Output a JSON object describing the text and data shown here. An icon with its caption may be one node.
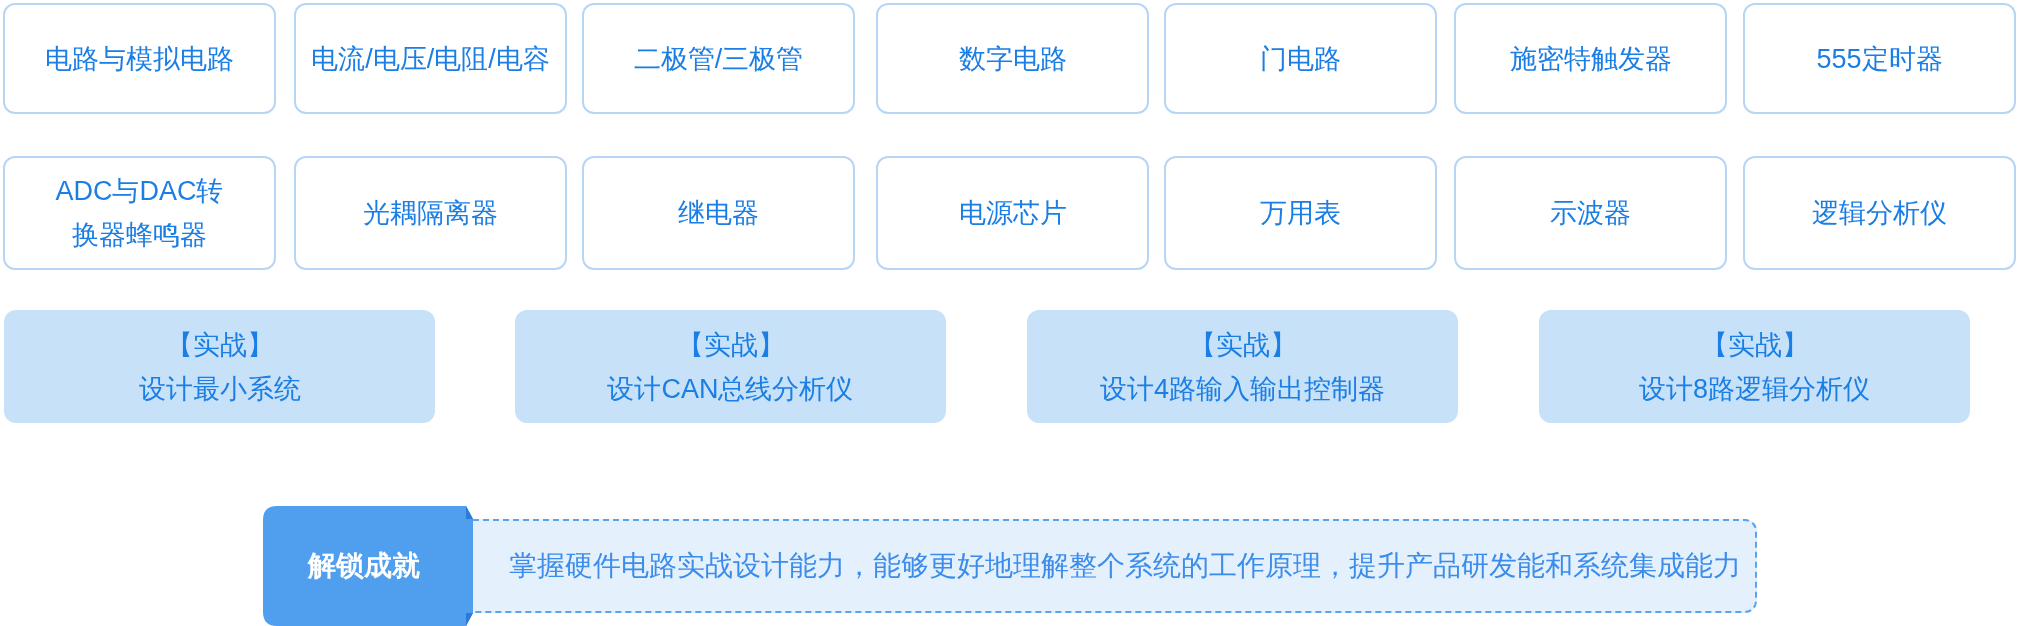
{
  "diagram": {
    "nodes": [
      {
        "text": [
          "电路与模拟电路"
        ]
      },
      {
        "text": [
          "电流/电压/电阻/电容"
        ]
      },
      {
        "text": [
          "二极管/三极管"
        ]
      },
      {
        "text": [
          "数字电路"
        ]
      },
      {
        "text": [
          "门电路"
        ]
      },
      {
        "text": [
          "施密特触发器"
        ]
      },
      {
        "text": [
          "555定时器"
        ]
      },
      {
        "text": [
          "ADC与DAC转换器蜂鸣器"
        ]
      },
      {
        "text": [
          "光耦隔离器"
        ]
      },
      {
        "text": [
          "继电器"
        ]
      },
      {
        "text": [
          "电源芯片"
        ]
      },
      {
        "text": [
          "万用表"
        ]
      },
      {
        "text": [
          "示波器"
        ]
      },
      {
        "text": [
          "逻辑分析仪"
        ]
      },
      {
        "text": [
          "【实战】",
          "设计最小系统"
        ]
      },
      {
        "text": [
          "【实战】",
          "设计CAN总线分析仪"
        ]
      },
      {
        "text": [
          "【实战】",
          "设计4路输入输出控制器"
        ]
      },
      {
        "text": [
          "【实战】",
          "设计8路逻辑分析仪"
        ]
      },
      {
        "text": [
          "解锁成就"
        ]
      },
      {
        "text": [
          "掌握硬件电路实战设计能力，能够更好地理解整个系统的工作原理，提升产品研发能和系统集成能力"
        ]
      }
    ]
  }
}
